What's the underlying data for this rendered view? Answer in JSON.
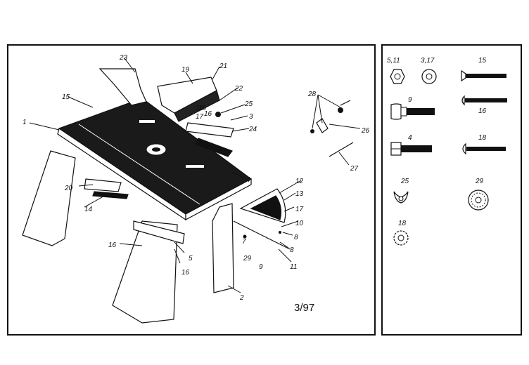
{
  "diagram": {
    "code": "3/97",
    "callouts": [
      "1",
      "2",
      "3",
      "4",
      "5",
      "7",
      "8",
      "8",
      "9",
      "10",
      "11",
      "12",
      "13",
      "14",
      "15",
      "16",
      "16",
      "16",
      "16",
      "17",
      "17",
      "18",
      "19",
      "20",
      "21",
      "22",
      "23",
      "24",
      "25",
      "26",
      "27",
      "28",
      "29"
    ]
  },
  "hardware": {
    "items": [
      {
        "label": "5,11",
        "icon": "hex-nut-icon"
      },
      {
        "label": "3,17",
        "icon": "flat-washer-icon"
      },
      {
        "label": "15",
        "icon": "flat-head-screw-icon"
      },
      {
        "label": "9",
        "icon": "carriage-bolt-icon"
      },
      {
        "label": "16",
        "icon": "pan-head-screw-icon"
      },
      {
        "label": "4",
        "icon": "hex-bolt-icon"
      },
      {
        "label": "18",
        "icon": "truss-head-screw-icon"
      },
      {
        "label": "25",
        "icon": "wing-nut-icon"
      },
      {
        "label": "29",
        "icon": "round-knob-icon"
      },
      {
        "label": "18",
        "icon": "lock-washer-icon"
      }
    ]
  },
  "colors": {
    "line": "#111111",
    "fill_dark": "#1a1a1a",
    "paper": "#ffffff"
  }
}
